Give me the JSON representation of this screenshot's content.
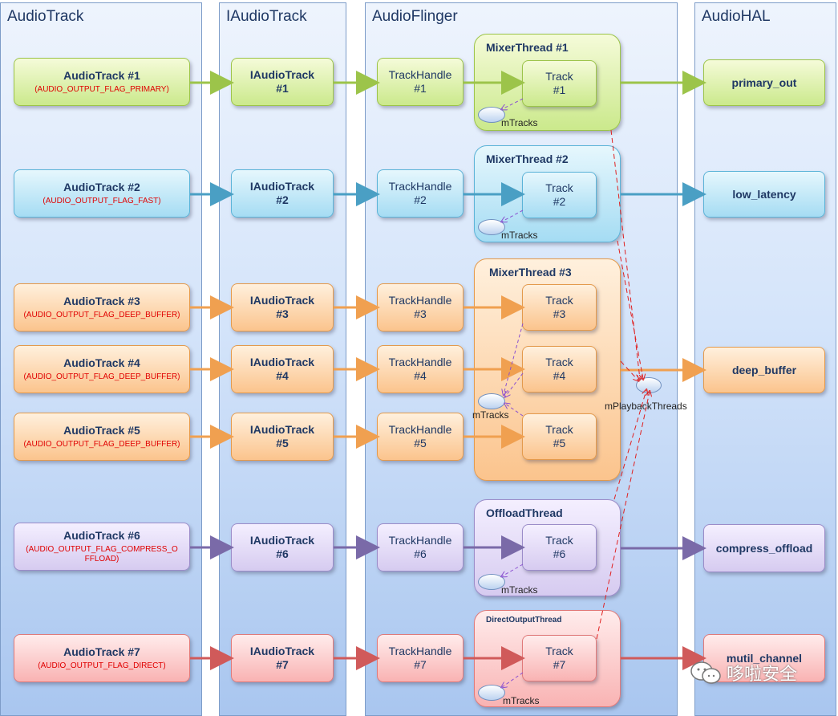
{
  "lanes": [
    {
      "title": "AudioTrack"
    },
    {
      "title": "IAudioTrack"
    },
    {
      "title": "AudioFlinger"
    },
    {
      "title": "AudioHAL"
    }
  ],
  "rows": [
    {
      "theme": "green",
      "client": "AudioTrack #1",
      "flag": "(AUDIO_OUTPUT_FLAG_PRIMARY)",
      "iaudio_name": "IAudioTrack",
      "iaudio_num": "#1",
      "handle_name": "TrackHandle",
      "handle_num": "#1",
      "hal": "primary_out"
    },
    {
      "theme": "cyan",
      "client": "AudioTrack #2",
      "flag": "(AUDIO_OUTPUT_FLAG_FAST)",
      "iaudio_name": "IAudioTrack",
      "iaudio_num": "#2",
      "handle_name": "TrackHandle",
      "handle_num": "#2",
      "hal": "low_latency"
    },
    {
      "theme": "orange",
      "client": "AudioTrack #3",
      "flag": "(AUDIO_OUTPUT_FLAG_DEEP_BUFFER)",
      "iaudio_name": "IAudioTrack",
      "iaudio_num": "#3",
      "handle_name": "TrackHandle",
      "handle_num": "#3"
    },
    {
      "theme": "orange",
      "client": "AudioTrack #4",
      "flag": "(AUDIO_OUTPUT_FLAG_DEEP_BUFFER)",
      "iaudio_name": "IAudioTrack",
      "iaudio_num": "#4",
      "handle_name": "TrackHandle",
      "handle_num": "#4",
      "hal": "deep_buffer"
    },
    {
      "theme": "orange",
      "client": "AudioTrack #5",
      "flag": "(AUDIO_OUTPUT_FLAG_DEEP_BUFFER)",
      "iaudio_name": "IAudioTrack",
      "iaudio_num": "#5",
      "handle_name": "TrackHandle",
      "handle_num": "#5"
    },
    {
      "theme": "purple",
      "client": "AudioTrack #6",
      "flag": "(AUDIO_OUTPUT_FLAG_COMPRESS_O FFLOAD)",
      "iaudio_name": "IAudioTrack",
      "iaudio_num": "#6",
      "handle_name": "TrackHandle",
      "handle_num": "#6",
      "hal": "compress_offload"
    },
    {
      "theme": "red",
      "client": "AudioTrack #7",
      "flag": "(AUDIO_OUTPUT_FLAG_DIRECT)",
      "iaudio_name": "IAudioTrack",
      "iaudio_num": "#7",
      "handle_name": "TrackHandle",
      "handle_num": "#7",
      "hal": "mutil_channel"
    }
  ],
  "threads": [
    {
      "title": "MixerThread #1",
      "theme": "green"
    },
    {
      "title": "MixerThread #2",
      "theme": "cyan"
    },
    {
      "title": "MixerThread #3",
      "theme": "orange"
    },
    {
      "title": "OffloadThread",
      "theme": "purple"
    },
    {
      "title": "DirectOutputThread",
      "theme": "red"
    }
  ],
  "tracks": [
    {
      "name": "Track",
      "num": "#1"
    },
    {
      "name": "Track",
      "num": "#2"
    },
    {
      "name": "Track",
      "num": "#3"
    },
    {
      "name": "Track",
      "num": "#4"
    },
    {
      "name": "Track",
      "num": "#5"
    },
    {
      "name": "Track",
      "num": "#6"
    },
    {
      "name": "Track",
      "num": "#7"
    }
  ],
  "labels": {
    "mtracks": "mTracks",
    "mplayback": "mPlaybackThreads",
    "watermark": "哆啦安全"
  },
  "colors": {
    "green": "#9cc44a",
    "cyan": "#4a9fc4",
    "orange": "#f0a050",
    "purple": "#7a6aa8",
    "red": "#d05a5a",
    "dashed_purple": "#8a4fd0",
    "dashed_red": "#e02020"
  }
}
